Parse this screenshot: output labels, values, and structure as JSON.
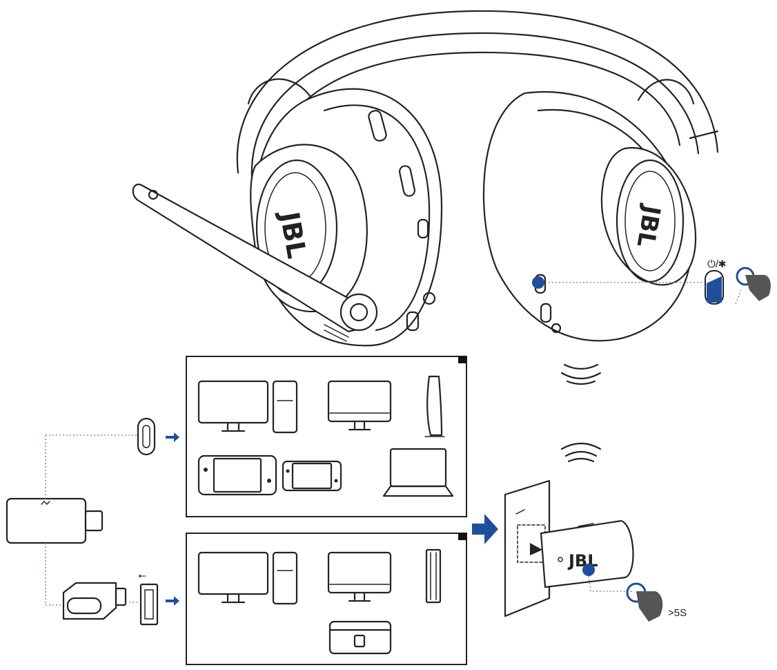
{
  "labels": {
    "headset_logo": "JBL",
    "dongle_logo": "JBL",
    "power_bt_symbol": "⏻/✱",
    "usb_symbol": "⭠",
    "hold_time": ">5S"
  },
  "colors": {
    "accent_blue": "#1f4e9c",
    "line": "#222222",
    "dotted_connector": "#7a93b6"
  },
  "icons": [
    "headset-icon",
    "boom-mic-icon",
    "power-bluetooth-switch-icon",
    "press-hand-icon",
    "wireless-signal-icon",
    "usb-c-port-icon",
    "usb-a-port-icon",
    "usb-c-dongle-icon",
    "usb-a-adapter-icon",
    "monitor-icon",
    "pc-tower-icon",
    "console-icon",
    "handheld-console-icon",
    "laptop-icon",
    "docked-console-icon",
    "arrow-right-icon"
  ]
}
